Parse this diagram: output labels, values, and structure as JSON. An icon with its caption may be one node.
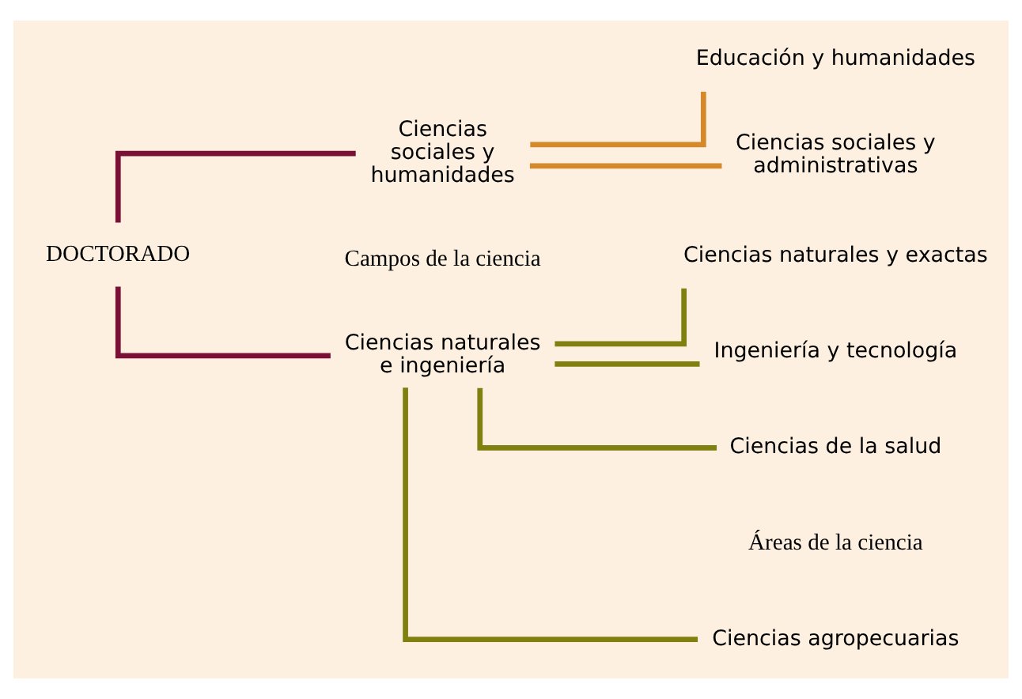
{
  "diagram": {
    "nodes": [
      {
        "text": [
          "DOCTORADO"
        ]
      },
      {
        "text": [
          "Ciencias naturales e ingeniería"
        ]
      },
      {
        "text": [
          "Ciencias sociales y humanidades"
        ]
      },
      {
        "text": [
          "Ciencias agropecuarias"
        ]
      },
      {
        "text": [
          "Ciencias de la salud"
        ]
      },
      {
        "text": [
          "Ciencias naturales y exactas"
        ]
      },
      {
        "text": [
          "Ingeniería y tecnología"
        ]
      },
      {
        "text": [
          "Ciencias sociales y administrativas"
        ]
      },
      {
        "text": [
          "Educación y humanidades"
        ]
      }
    ],
    "edges": [
      {
        "from": 0,
        "to": 1,
        "arrow": "none",
        "color": "#7a1035"
      },
      {
        "from": 0,
        "to": 2,
        "arrow": "none",
        "color": "#7a1035"
      },
      {
        "from": 1,
        "to": 3,
        "arrow": "none",
        "color": "#808010"
      },
      {
        "from": 1,
        "to": 4,
        "arrow": "none",
        "color": "#808010"
      },
      {
        "from": 1,
        "to": 5,
        "arrow": "none",
        "color": "#808010"
      },
      {
        "from": 1,
        "to": 6,
        "arrow": "none",
        "color": "#808010"
      },
      {
        "from": 2,
        "to": 7,
        "arrow": "none",
        "color": "#d4892a"
      },
      {
        "from": 2,
        "to": 8,
        "arrow": "none",
        "color": "#d4892a"
      }
    ],
    "labels": [
      "Campos de la ciencia",
      "Áreas de la ciencia"
    ]
  }
}
